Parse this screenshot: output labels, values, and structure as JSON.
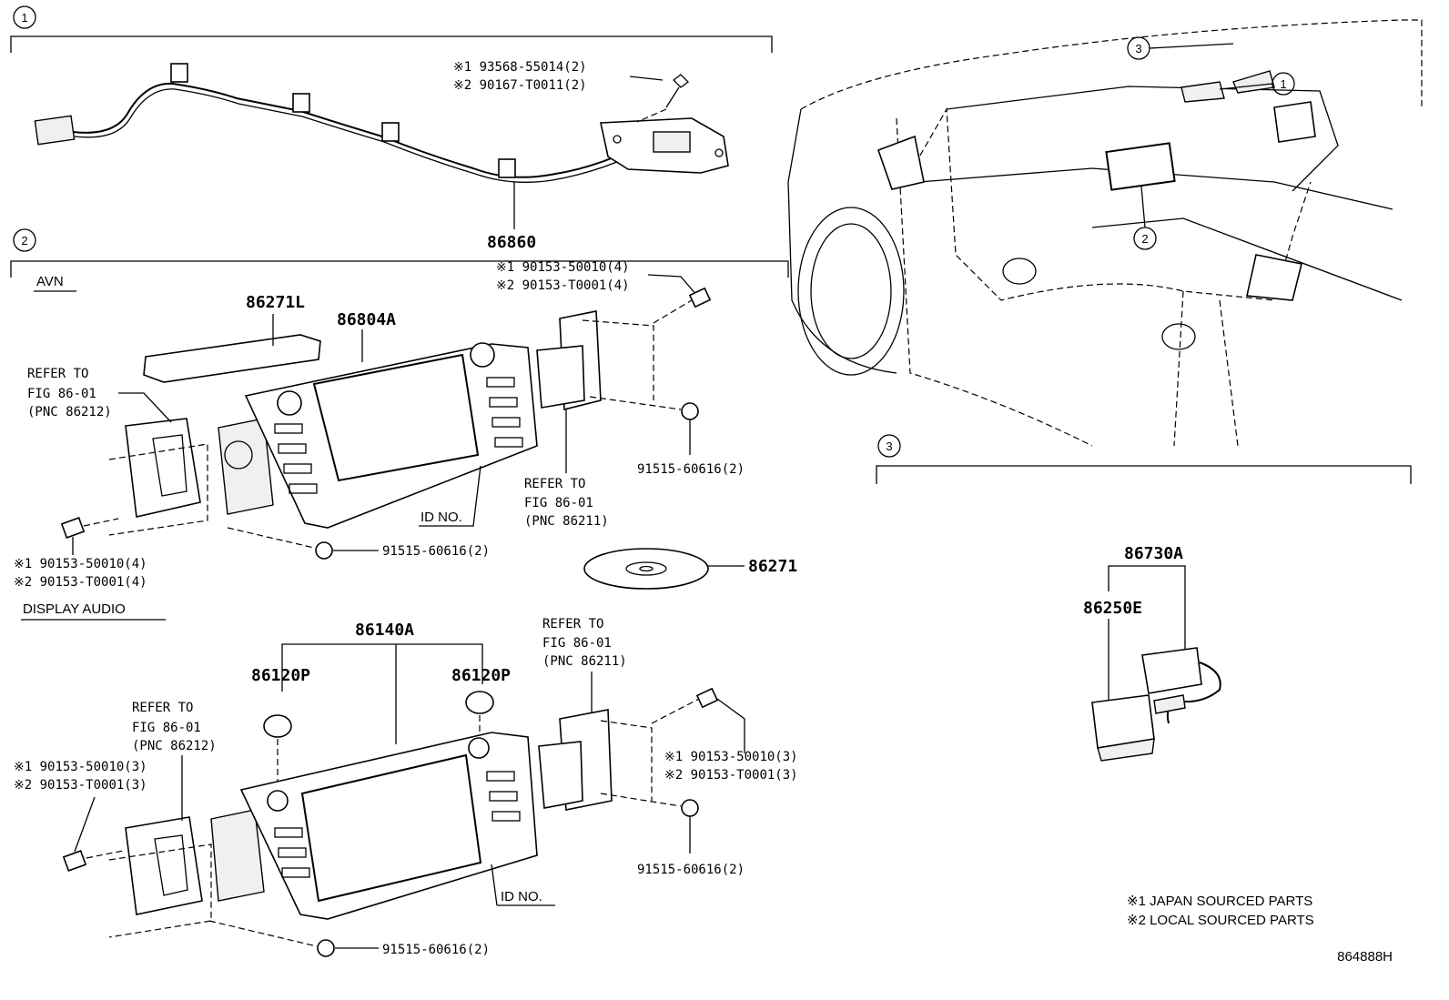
{
  "sections": {
    "s1": "1",
    "s2": "2",
    "s3": "3"
  },
  "harness": {
    "screw_jp": "※1 93568-55014(2)",
    "screw_local": "※2 90167-T0011(2)",
    "part": "86860"
  },
  "avn": {
    "heading": "AVN",
    "bracket_upper": "86271L",
    "receiver": "86804A",
    "refer_left": [
      "REFER TO",
      "FIG 86-01",
      "(PNC 86212)"
    ],
    "refer_right": [
      "REFER TO",
      "FIG 86-01",
      "(PNC 86211)"
    ],
    "screw_tr_jp": "※1 90153-50010(4)",
    "screw_tr_local": "※2 90153-T0001(4)",
    "screw_bl_jp": "※1 90153-50010(4)",
    "screw_bl_local": "※2 90153-T0001(4)",
    "bolt_right": "91515-60616(2)",
    "bolt_bottom": "91515-60616(2)",
    "id_no": "ID NO.",
    "disc": "86271"
  },
  "display_audio": {
    "heading": "DISPLAY AUDIO",
    "receiver": "86140A",
    "knob_left": "86120P",
    "knob_right": "86120P",
    "refer_left": [
      "REFER TO",
      "FIG 86-01",
      "(PNC 86212)"
    ],
    "refer_right": [
      "REFER TO",
      "FIG 86-01",
      "(PNC 86211)"
    ],
    "screw_l_jp": "※1 90153-50010(3)",
    "screw_l_local": "※2 90153-T0001(3)",
    "screw_r_jp": "※1 90153-50010(3)",
    "screw_r_local": "※2 90153-T0001(3)",
    "bolt_right": "91515-60616(2)",
    "bolt_bottom": "91515-60616(2)",
    "id_no": "ID NO."
  },
  "section3": {
    "kit": "86730A",
    "module": "86250E"
  },
  "car_callouts": {
    "c3": "3",
    "c1": "1",
    "c2": "2"
  },
  "notes": {
    "japan": "※1 JAPAN SOURCED PARTS",
    "local": "※2 LOCAL SOURCED PARTS"
  },
  "diagram_id": "864888H"
}
